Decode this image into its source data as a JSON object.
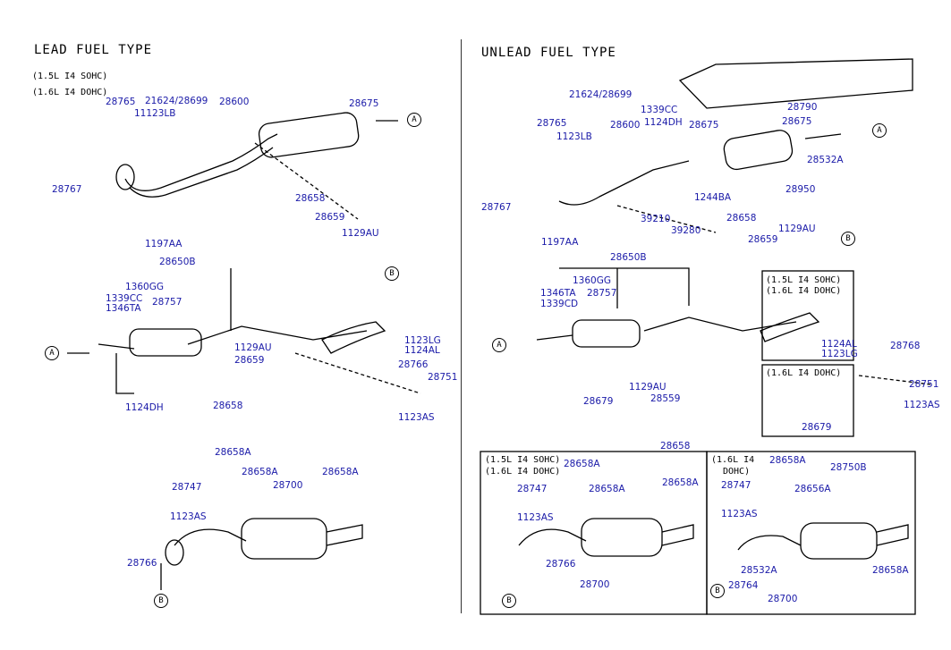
{
  "left": {
    "title": "LEAD FUEL TYPE",
    "spec1": "(1.5L I4 SOHC)",
    "spec2": "(1.6L I4 DOHC)",
    "top_parts": [
      "28765",
      "21624/28699",
      "11123LB",
      "28600",
      "28675",
      "28767",
      "28658",
      "28659",
      "1129AU",
      "1197AA"
    ],
    "mid_parts": [
      "28650B",
      "1360GG",
      "1339CC",
      "1346TA",
      "28757",
      "1129AU",
      "28659",
      "28658",
      "1124DH",
      "1123LG",
      "1124AL",
      "28766",
      "28751",
      "1123AS"
    ],
    "bottom_parts": [
      "28658A",
      "28747",
      "28658A",
      "28700",
      "28658A",
      "1123AS",
      "28766"
    ]
  },
  "right": {
    "title": "UNLEAD FUEL TYPE",
    "top_parts": [
      "21624/28699",
      "1339CC",
      "28790",
      "28765",
      "1123LB",
      "28600",
      "1124DH",
      "28675",
      "28675",
      "28532A",
      "28950",
      "28767",
      "1244BA",
      "39210",
      "39280",
      "28658",
      "28659",
      "1129AU",
      "1197AA"
    ],
    "mid_parts": [
      "28650B",
      "1360GG",
      "1346TA",
      "1339CD",
      "28757",
      "1129AU",
      "28559",
      "28679",
      "28658",
      "1124AL",
      "1123LG",
      "28768",
      "28751",
      "1123AS",
      "28679"
    ],
    "inset1_spec1": "(1.5L I4 SOHC)",
    "inset1_spec2": "(1.6L I4 DOHC)",
    "inset2_spec": "(1.6L I4 DOHC)",
    "bottom_left_spec1": "(1.5L I4 SOHC)",
    "bottom_left_spec2": "(1.6L I4 DOHC)",
    "bottom_left_parts": [
      "28658A",
      "28747",
      "28658A",
      "28658A",
      "1123AS",
      "28766",
      "28700"
    ],
    "bottom_right_spec1": "(1.6L I4",
    "bottom_right_spec2": "DOHC)",
    "bottom_right_parts": [
      "28658A",
      "28750B",
      "28747",
      "28656A",
      "1123AS",
      "28532A",
      "28764",
      "28700",
      "28658A"
    ]
  },
  "callouts": [
    "A",
    "B"
  ],
  "colors": {
    "part_number": "#1a1aa8",
    "line": "#000000"
  }
}
